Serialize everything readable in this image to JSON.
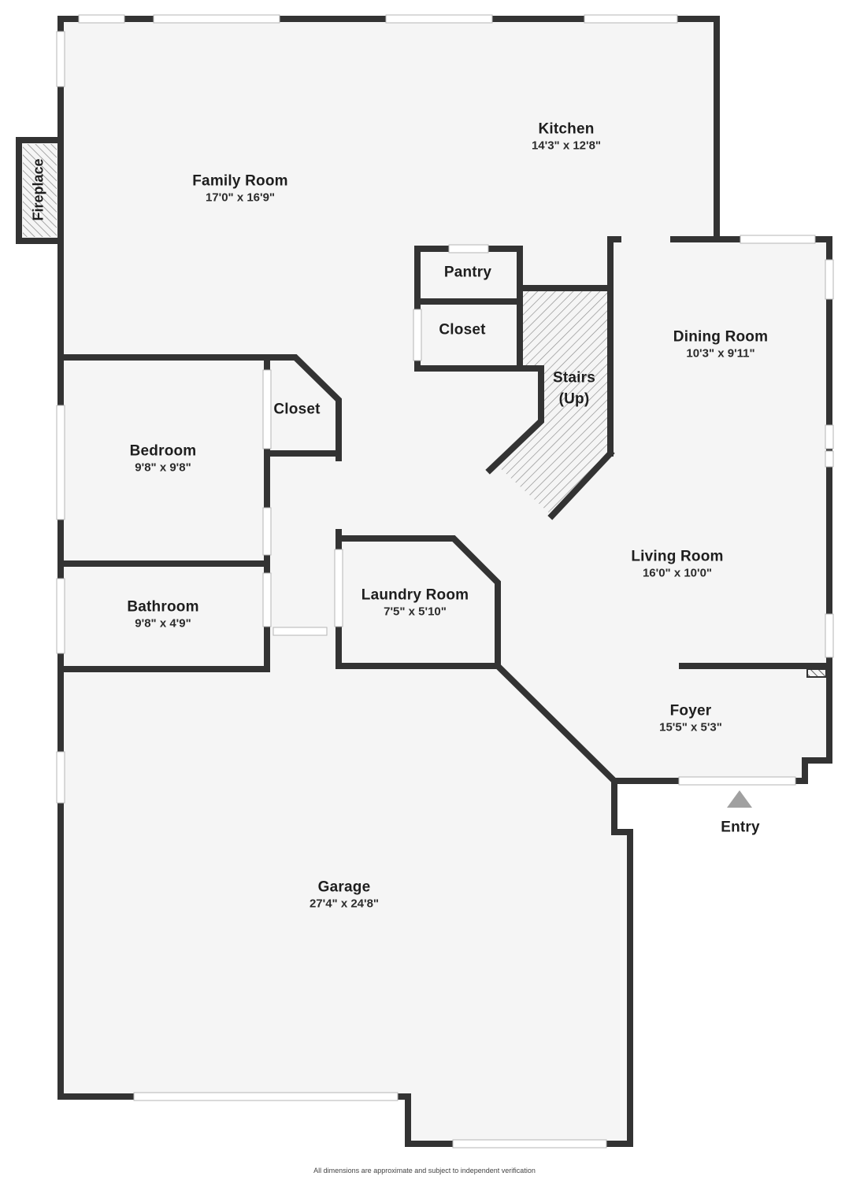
{
  "rooms": {
    "family_room": {
      "name": "Family Room",
      "dims": "17'0\" x 16'9\""
    },
    "kitchen": {
      "name": "Kitchen",
      "dims": "14'3\" x 12'8\""
    },
    "pantry": {
      "name": "Pantry"
    },
    "closet_stairs": {
      "name": "Closet"
    },
    "stairs": {
      "name": "Stairs",
      "note": "(Up)"
    },
    "dining_room": {
      "name": "Dining Room",
      "dims": "10'3\" x 9'11\""
    },
    "bedroom": {
      "name": "Bedroom",
      "dims": "9'8\" x 9'8\""
    },
    "closet_bedroom": {
      "name": "Closet"
    },
    "bathroom": {
      "name": "Bathroom",
      "dims": "9'8\" x 4'9\""
    },
    "laundry_room": {
      "name": "Laundry Room",
      "dims": "7'5\" x 5'10\""
    },
    "living_room": {
      "name": "Living Room",
      "dims": "16'0\" x 10'0\""
    },
    "foyer": {
      "name": "Foyer",
      "dims": "15'5\" x 5'3\""
    },
    "garage": {
      "name": "Garage",
      "dims": "27'4\" x 24'8\""
    }
  },
  "fireplace": "Fireplace",
  "entry": "Entry",
  "disclaimer": "All dimensions are approximate and subject to independent verification",
  "colors": {
    "wall": "#333333",
    "floor": "#f5f5f5",
    "window": "#ffffff",
    "hatch": "#8a8a8a",
    "entry_arrow": "#a0a0a0"
  }
}
